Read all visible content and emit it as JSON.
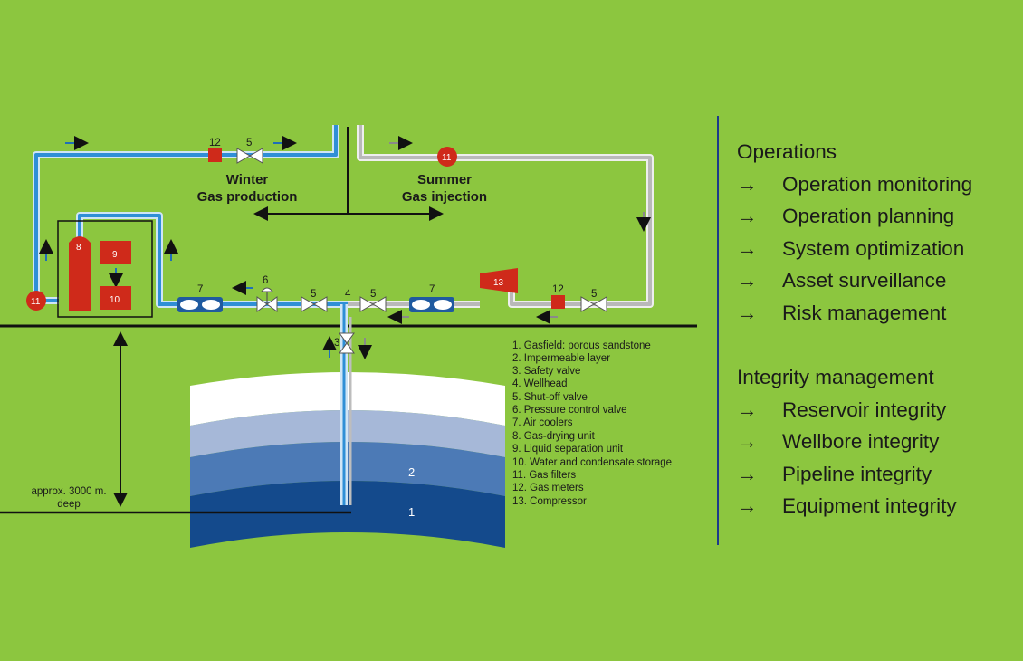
{
  "diagram": {
    "winter_label": [
      "Winter",
      "Gas production"
    ],
    "summer_label": [
      "Summer",
      "Gas injection"
    ],
    "depth_label": [
      "approx. 3000 m.",
      "deep"
    ],
    "legend": [
      "1.   Gasfield: porous sandstone",
      "2.   Impermeable layer",
      "3.   Safety valve",
      "4.   Wellhead",
      "5.   Shut-off valve",
      "6.   Pressure control valve",
      "7.   Air coolers",
      "8.   Gas-drying unit",
      "9.   Liquid separation unit",
      "10. Water and condensate storage",
      "11. Gas filters",
      "12. Gas meters",
      "13. Compressor"
    ],
    "numbers": {
      "n1": "1",
      "n2": "2",
      "n3": "3",
      "n4": "4",
      "n5": "5",
      "n6": "6",
      "n7": "7",
      "n8": "8",
      "n9": "9",
      "n10": "10",
      "n11": "11",
      "n12": "12",
      "n13": "13"
    },
    "colors": {
      "background": "#8cc63f",
      "pipe_blue": "#2f8fd6",
      "pipe_grey": "#b9b9b9",
      "equipment_red": "#cf2a1a",
      "layer_dark": "#144a8c"
    }
  },
  "panel": {
    "sections": [
      {
        "title": "Operations",
        "items": [
          "Operation monitoring",
          "Operation planning",
          "System optimization",
          "Asset surveillance",
          "Risk management"
        ]
      },
      {
        "title": "Integrity management",
        "items": [
          "Reservoir integrity",
          "Wellbore integrity",
          "Pipeline integrity",
          "Equipment integrity"
        ]
      }
    ],
    "arrow_glyph": "→"
  }
}
